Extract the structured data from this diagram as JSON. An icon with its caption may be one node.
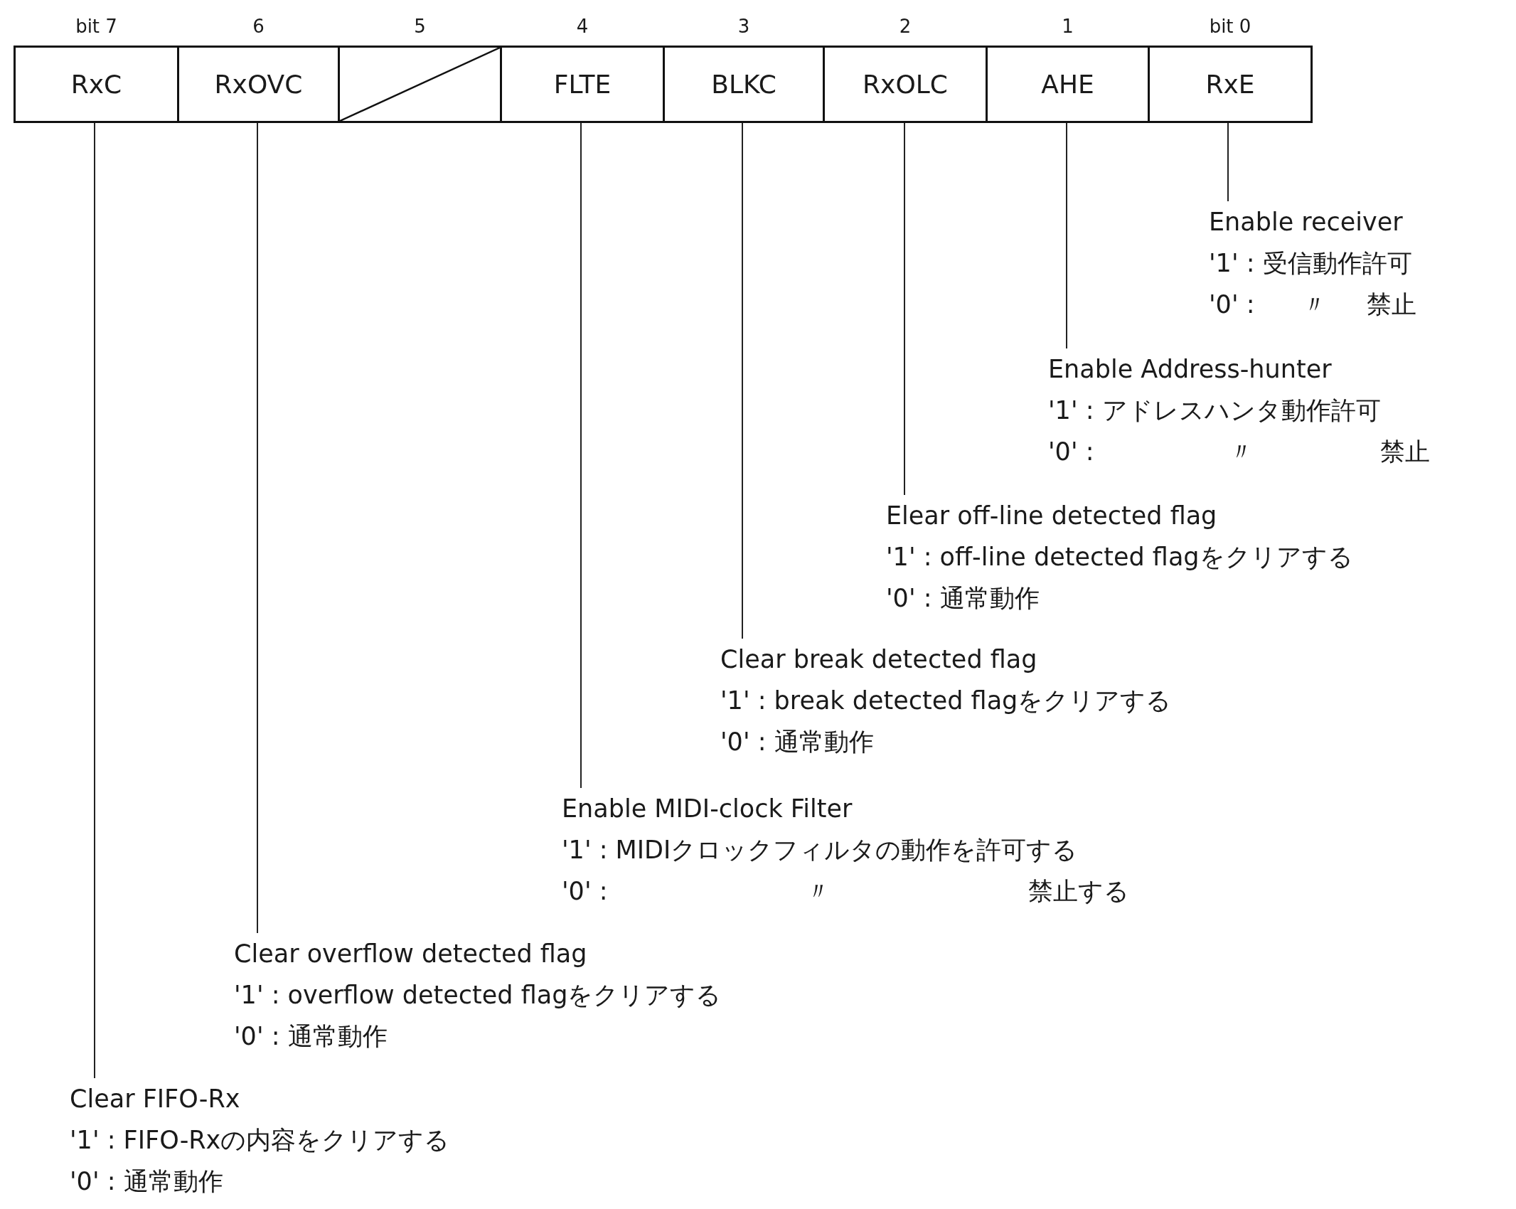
{
  "diagram": {
    "nodes": [
      {
        "text": [
          "RxC"
        ],
        "beside": [
          "bit 7"
        ]
      },
      {
        "text": [
          "RxOVC"
        ],
        "beside": [
          "6"
        ]
      },
      {
        "text": [],
        "shape": "box",
        "beside": [
          "5"
        ]
      },
      {
        "text": [
          "FLTE"
        ],
        "beside": [
          "4"
        ]
      },
      {
        "text": [
          "BLKC"
        ],
        "beside": [
          "3"
        ]
      },
      {
        "text": [
          "RxOLC"
        ],
        "beside": [
          "2"
        ]
      },
      {
        "text": [
          "AHE"
        ],
        "beside": [
          "1"
        ]
      },
      {
        "text": [
          "RxE"
        ],
        "beside": [
          "bit 0"
        ]
      },
      {
        "text": [
          "Enable receiver",
          "'1' : 受信動作許可",
          "'0' :      〃     禁止"
        ]
      },
      {
        "text": [
          "Enable Address-hunter",
          "'1' : アドレスハンタ動作許可",
          "'0' :                 〃                禁止"
        ]
      },
      {
        "text": [
          "Elear off-line detected flag",
          "'1' : off-line detected flagをクリアする",
          "'0' : 通常動作"
        ]
      },
      {
        "text": [
          "Clear break detected flag",
          "'1' : break detected flagをクリアする",
          "'0' : 通常動作"
        ]
      },
      {
        "text": [
          "Enable MIDI-clock Filter",
          "'1' : MIDIクロックフィルタの動作を許可する",
          "'0' :                         〃                         禁止する"
        ]
      },
      {
        "text": [
          "Clear overflow detected flag",
          "'1' : overflow detected flagをクリアする",
          "'0' : 通常動作"
        ]
      },
      {
        "text": [
          "Clear FIFO-Rx",
          "'1' : FIFO-Rxの内容をクリアする",
          "'0' : 通常動作"
        ]
      }
    ],
    "edges": [
      {
        "from": 8,
        "to": 7,
        "arrow": "none"
      },
      {
        "from": 9,
        "to": 6,
        "arrow": "none"
      },
      {
        "from": 10,
        "to": 5,
        "arrow": "none"
      },
      {
        "from": 11,
        "to": 4,
        "arrow": "none"
      },
      {
        "from": 12,
        "to": 3,
        "arrow": "none"
      },
      {
        "from": 13,
        "to": 1,
        "arrow": "none"
      },
      {
        "from": 14,
        "to": 0,
        "arrow": "none"
      }
    ]
  }
}
